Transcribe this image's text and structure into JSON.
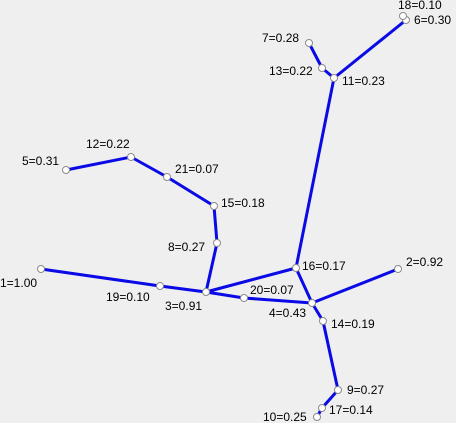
{
  "colors": {
    "background": "#efefef",
    "edge": "#0a0ae6",
    "node_fill": "#ffffff",
    "node_stroke": "#8a8a8a",
    "text": "#000000"
  },
  "nodes": [
    {
      "id": "1",
      "label": "1=1.00"
    },
    {
      "id": "2",
      "label": "2=0.92"
    },
    {
      "id": "3",
      "label": "3=0.91"
    },
    {
      "id": "4",
      "label": "4=0.43"
    },
    {
      "id": "5",
      "label": "5=0.31"
    },
    {
      "id": "6",
      "label": "6=0.30"
    },
    {
      "id": "7",
      "label": "7=0.28"
    },
    {
      "id": "8",
      "label": "8=0.27"
    },
    {
      "id": "9",
      "label": "9=0.27"
    },
    {
      "id": "10",
      "label": "10=0.25"
    },
    {
      "id": "11",
      "label": "11=0.23"
    },
    {
      "id": "12",
      "label": "12=0.22"
    },
    {
      "id": "13",
      "label": "13=0.22"
    },
    {
      "id": "14",
      "label": "14=0.19"
    },
    {
      "id": "15",
      "label": "15=0.18"
    },
    {
      "id": "16",
      "label": "16=0.17"
    },
    {
      "id": "17",
      "label": "17=0.14"
    },
    {
      "id": "18",
      "label": "18=0.10"
    },
    {
      "id": "19",
      "label": "19=0.10"
    },
    {
      "id": "20",
      "label": "20=0.07"
    },
    {
      "id": "21",
      "label": "21=0.07"
    }
  ],
  "edges": [
    [
      "1",
      "19"
    ],
    [
      "19",
      "3"
    ],
    [
      "3",
      "8"
    ],
    [
      "8",
      "15"
    ],
    [
      "15",
      "21"
    ],
    [
      "21",
      "12"
    ],
    [
      "12",
      "5"
    ],
    [
      "3",
      "16"
    ],
    [
      "3",
      "20"
    ],
    [
      "20",
      "4"
    ],
    [
      "4",
      "16"
    ],
    [
      "16",
      "11"
    ],
    [
      "11",
      "13"
    ],
    [
      "13",
      "7"
    ],
    [
      "11",
      "6"
    ],
    [
      "6",
      "18"
    ],
    [
      "4",
      "2"
    ],
    [
      "4",
      "14"
    ],
    [
      "14",
      "9"
    ],
    [
      "9",
      "17"
    ],
    [
      "17",
      "10"
    ]
  ]
}
